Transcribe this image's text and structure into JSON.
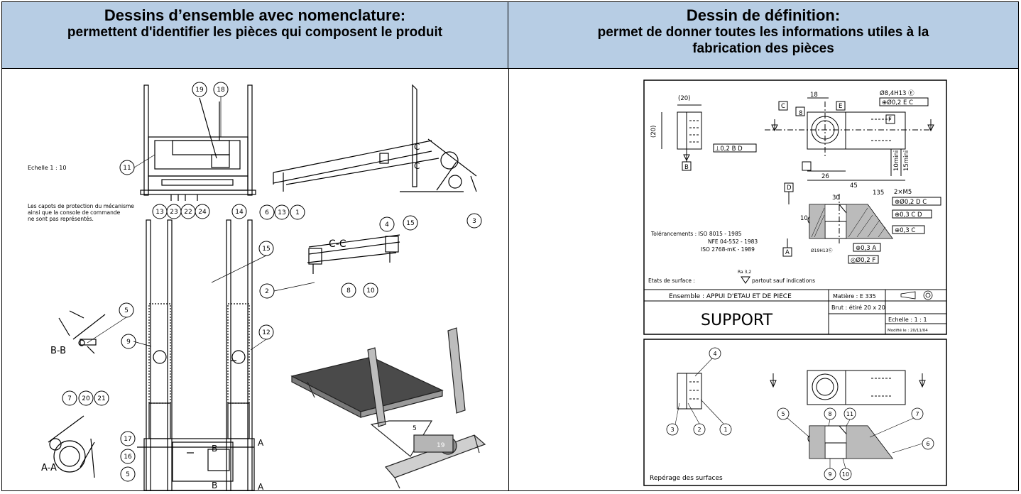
{
  "left_header": {
    "title": "Dessins d’ensemble avec nomenclature:",
    "subtitle": "permettent d'identifier les pièces qui composent le produit"
  },
  "right_header": {
    "title": "Dessin de définition:",
    "subtitle_line1": "permet de donner toutes les informations utiles à la",
    "subtitle_line2": "fabrication des pièces"
  },
  "assembly": {
    "scale_label": "Echelle 1 : 10",
    "note_line1": "Les capots de protection du mécanisme",
    "note_line2": "ainsi que la console de commande",
    "note_line3": "ne sont pas représentés.",
    "section_cc": "C-C",
    "section_bb": "B-B",
    "section_aa": "A-A",
    "letter_c": "C",
    "letter_b": "B",
    "letter_a": "A",
    "photo_label": "19",
    "photo_label_5": "5",
    "balloons": [
      "19",
      "18",
      "11",
      "13",
      "23",
      "22",
      "24",
      "14",
      "6",
      "13",
      "1",
      "4",
      "3",
      "15",
      "2",
      "8",
      "10",
      "15",
      "5",
      "9",
      "12",
      "7",
      "20",
      "21",
      "17",
      "16",
      "5"
    ]
  },
  "definition": {
    "dim_20_top": "(20)",
    "dim_20_left": "(20)",
    "dim_18": "18",
    "dim_26": "26",
    "dim_45": "45",
    "dim_30": "30",
    "dim_10mini": "10mini",
    "dim_15mini": "15mini",
    "dim_8": "8",
    "dim_135": "135",
    "dim_10": "10",
    "hole_label": "Ø8,4H13 Ⓔ",
    "tol_pos_ec": "⊕Ø0,2 E C",
    "tol_perp": "⊥0,2 B D",
    "thread": "2×M5",
    "tol_pos_dc": "⊕Ø0,2 D C",
    "tol_cd": "⊕0,3 C D",
    "tol_c": "⊕0,3 C",
    "tol_a": "⊕0,3 A",
    "tol_f": "◎Ø0,2 F",
    "bore": "Ø19H13Ⓔ",
    "datum_a": "A",
    "datum_b": "B",
    "datum_c": "C",
    "datum_d": "D",
    "datum_e": "E",
    "datum_f": "F",
    "tolerances_label": "Tolérancements : ISO 8015 - 1985",
    "tolerances_l2": "NFE 04-552 - 1983",
    "tolerances_l3": "ISO 2768-mK - 1989",
    "surface_label": "Etats de surface :",
    "surface_ra": "Ra 3,2",
    "surface_rest": "partout sauf indications",
    "title_ensemble": "Ensemble : APPUI D'ETAU ET DE PIECE",
    "title_matiere": "Matière : E 335",
    "title_name": "SUPPORT",
    "title_brut": "Brut : étiré 20 x 20",
    "title_echelle": "Echelle : 1 : 1",
    "title_modif": "Modifié le : 20/11/04",
    "surfaces_caption": "Repérage des surfaces",
    "surface_numbers": [
      "4",
      "3",
      "2",
      "1",
      "5",
      "8",
      "11",
      "7",
      "6",
      "9",
      "10"
    ]
  },
  "colors": {
    "header_bg": "#b7cde4"
  }
}
